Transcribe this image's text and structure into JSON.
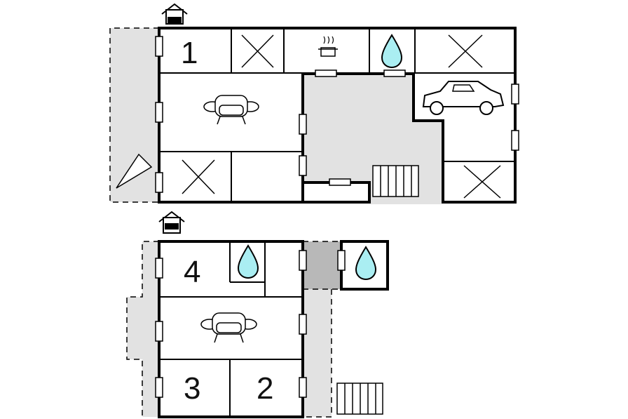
{
  "floors": [
    {
      "name": "upper-floor",
      "rooms": [
        {
          "id": "bedroom-1",
          "label": "1"
        }
      ]
    },
    {
      "name": "lower-floor",
      "rooms": [
        {
          "id": "bedroom-4",
          "label": "4"
        },
        {
          "id": "bedroom-3",
          "label": "3"
        },
        {
          "id": "bedroom-2",
          "label": "2"
        }
      ]
    }
  ],
  "icons": {
    "entrance": "house-entrance-icon",
    "living": "sofa-icon",
    "kitchen": "cooking-pot-icon",
    "bathroom": "water-drop-icon",
    "garage": "car-icon",
    "storage": "cross-icon",
    "stairs": "stairs-icon",
    "terrace": "terrace-area"
  },
  "colors": {
    "wall": "#000000",
    "terrace": "#e2e2e2",
    "terrace_dark": "#b8b8b8",
    "water": "#aaeef2"
  }
}
